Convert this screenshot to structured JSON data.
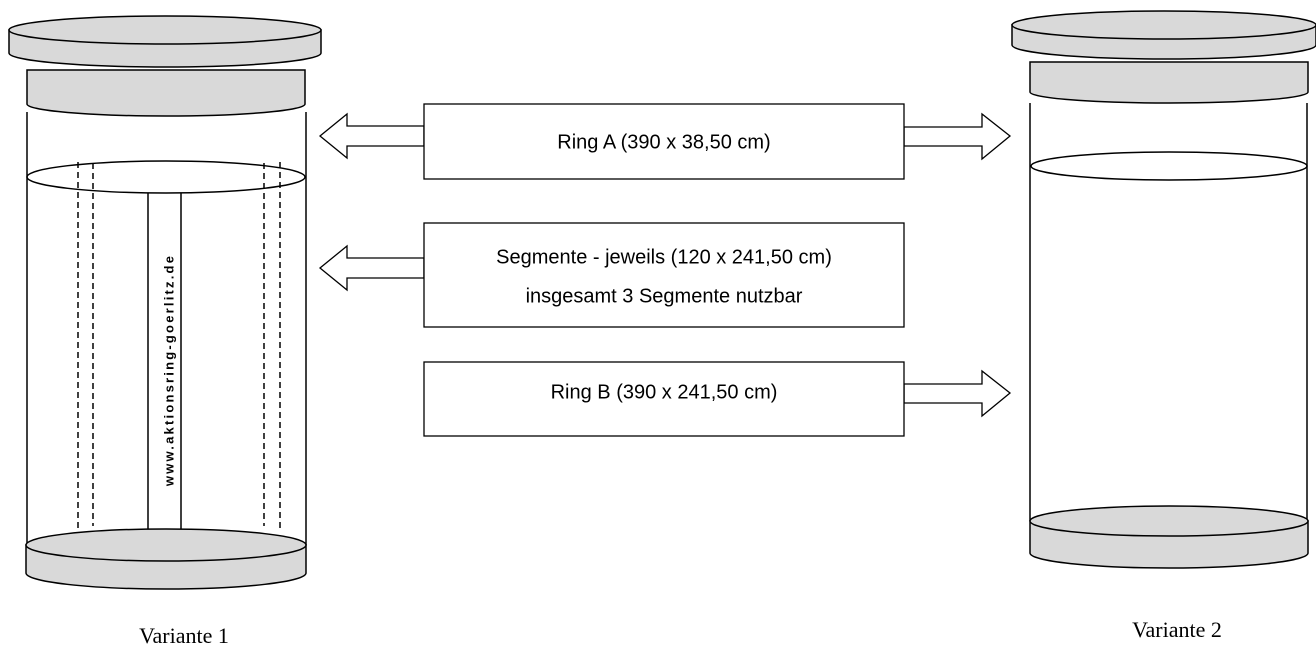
{
  "boxes": {
    "ring_a": "Ring A (390 x 38,50 cm)",
    "segmente_line1": "Segmente - jeweils  (120 x 241,50 cm)",
    "segmente_line2": "insgesamt 3 Segmente nutzbar",
    "ring_b": "Ring B (390 x 241,50 cm)"
  },
  "cylinder1": {
    "url_text": "www.aktionsring-goerlitz.de"
  },
  "variants": {
    "variant1": "Variante 1",
    "variant2": "Variante 2"
  },
  "colors": {
    "cap_fill": "#d9d9d9",
    "stroke": "#000000"
  }
}
